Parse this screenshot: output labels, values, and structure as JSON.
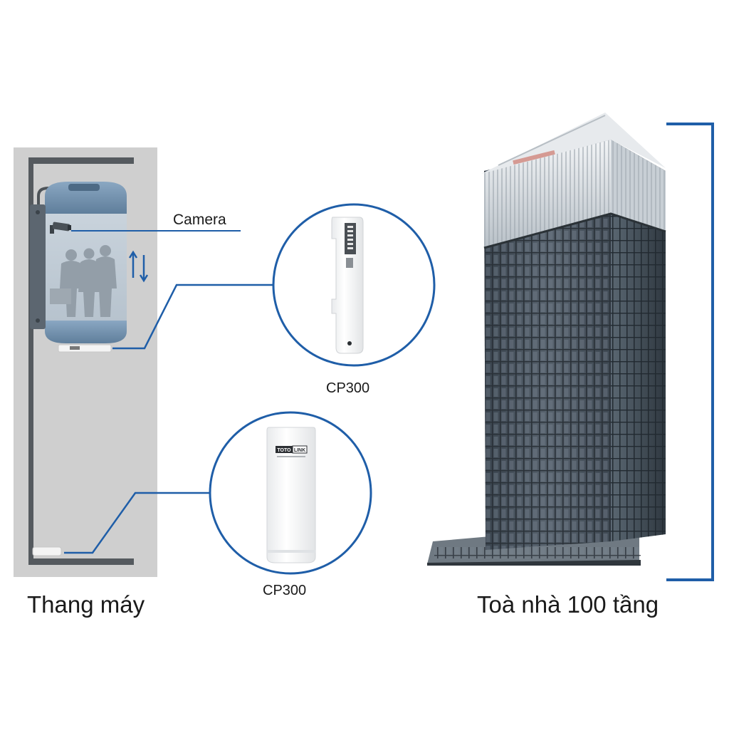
{
  "labels": {
    "camera": "Camera",
    "cp300_top": "CP300",
    "cp300_bottom": "CP300",
    "elevator": "Thang máy",
    "building": "Toà nhà 100 tầng"
  },
  "device_brand": {
    "part1": "TOTO",
    "part2": "LINK"
  },
  "colors": {
    "accent_blue": "#1f5ea8",
    "shaft_gray": "#cfcfcf",
    "shaft_frame": "#555a5f",
    "cabin_blue": "#6b8aa8",
    "building_glass": "#4a5560"
  },
  "icons": {
    "camera": "security-camera-icon",
    "arrows": "up-down-arrows-icon"
  }
}
